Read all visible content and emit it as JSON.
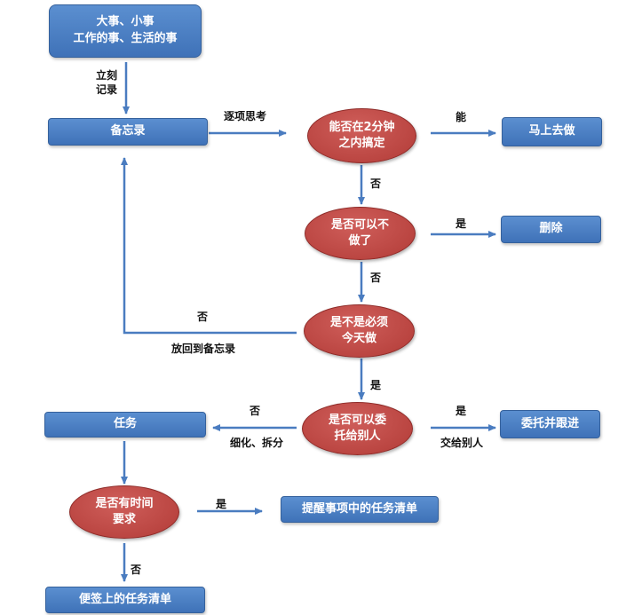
{
  "nodes": {
    "sources_line1": "大事、小事",
    "sources_line2": "工作的事、生活的事",
    "memo": "备忘录",
    "two_min_line1": "能否在2分钟",
    "two_min_line2": "之内搞定",
    "do_now": "马上去做",
    "can_skip_line1": "是否可以不",
    "can_skip_line2": "做了",
    "delete": "删除",
    "must_today_line1": "是不是必须",
    "must_today_line2": "今天做",
    "delegate_q_line1": "是否可以委",
    "delegate_q_line2": "托给别人",
    "delegate_follow": "委托并跟进",
    "task": "任务",
    "time_req_line1": "是否有时间",
    "time_req_line2": "要求",
    "reminder_list": "提醒事项中的任务清单",
    "sticky_list": "便签上的任务清单"
  },
  "edges": {
    "record_now_line1": "立刻",
    "record_now_line2": "记录",
    "think_each": "逐项思考",
    "yes_can": "能",
    "no_1": "否",
    "yes_1": "是",
    "no_2": "否",
    "no_back": "否",
    "put_back": "放回到备忘录",
    "yes_2": "是",
    "no_3": "否",
    "refine_split": "细化、拆分",
    "yes_3": "是",
    "give_others": "交给别人",
    "yes_4": "是",
    "no_4": "否"
  }
}
